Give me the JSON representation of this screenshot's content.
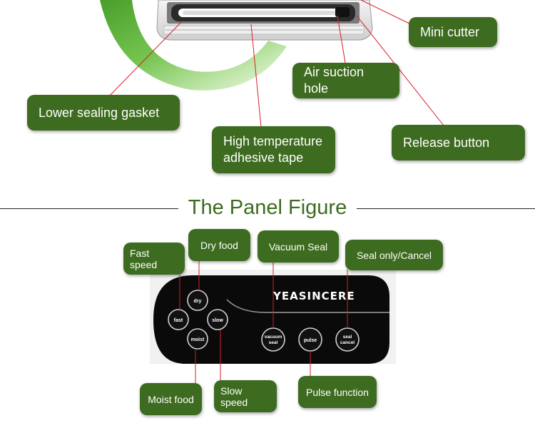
{
  "upper_labels": {
    "mini_cutter": "Mini cutter",
    "air_suction_hole": "Air suction hole",
    "lower_sealing_gasket": "Lower sealing gasket",
    "high_temp_tape_line1": "High temperature",
    "high_temp_tape_line2": "adhesive tape",
    "release_button": "Release button"
  },
  "section_title": "The Panel Figure",
  "panel_labels": {
    "fast_speed": "Fast speed",
    "dry_food": "Dry food",
    "vacuum_seal": "Vacuum Seal",
    "seal_only_cancel": "Seal only/Cancel",
    "moist_food": "Moist food",
    "slow_speed": "Slow speed",
    "pulse_function": "Pulse function"
  },
  "panel": {
    "brand": "YEASINCERE",
    "buttons": {
      "dry": "dry",
      "fast": "fast",
      "slow": "slow",
      "moist": "moist",
      "vacuum_seal_line1": "vacuum",
      "vacuum_seal_line2": "seal",
      "pulse": "pulse",
      "seal_cancel_line1": "seal",
      "seal_cancel_line2": "cancel"
    }
  },
  "colors": {
    "label_bg": "#3d6b1f",
    "leader_line": "#d61f2b",
    "accent_green": "#5cb82e",
    "panel_bg": "#0a0a0a"
  }
}
